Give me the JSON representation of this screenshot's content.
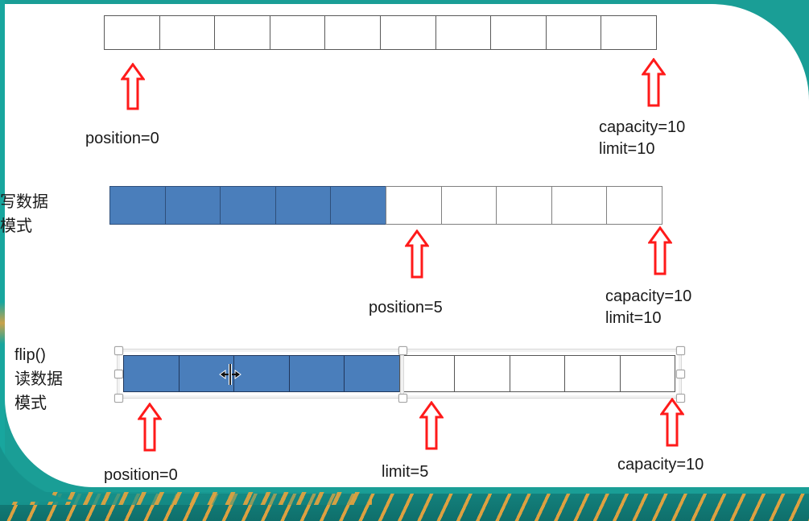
{
  "slide": {
    "theme_accent": "#16938d",
    "theme_secondary": "#e8a33d",
    "fill_color": "#4a7ebb",
    "arrow_color": "#ff1a1a"
  },
  "diagram": {
    "title_row_labels": {
      "write_mode": "写数据\n模式",
      "read_mode": "flip()\n读数据\n模式"
    },
    "rows": [
      {
        "name": "initial-buffer",
        "cells": 10,
        "filled": 0,
        "annotations": [
          {
            "name": "position-marker",
            "text": "position=0"
          },
          {
            "name": "capacity-limit-marker",
            "text": "capacity=10\nlimit=10"
          }
        ]
      },
      {
        "name": "write-mode-buffer",
        "cells": 10,
        "filled": 5,
        "label": "写数据\n模式",
        "annotations": [
          {
            "name": "position-marker",
            "text": "position=5"
          },
          {
            "name": "capacity-limit-marker",
            "text": "capacity=10\nlimit=10"
          }
        ]
      },
      {
        "name": "read-mode-buffer",
        "cells": 10,
        "filled": 5,
        "label": "flip()\n读数据\n模式",
        "selected": true,
        "annotations": [
          {
            "name": "position-marker",
            "text": "position=0"
          },
          {
            "name": "limit-marker",
            "text": "limit=5"
          },
          {
            "name": "capacity-marker",
            "text": "capacity=10"
          }
        ]
      }
    ]
  },
  "cursor": {
    "name": "column-resize-cursor",
    "type": "horizontal-split-resize"
  }
}
